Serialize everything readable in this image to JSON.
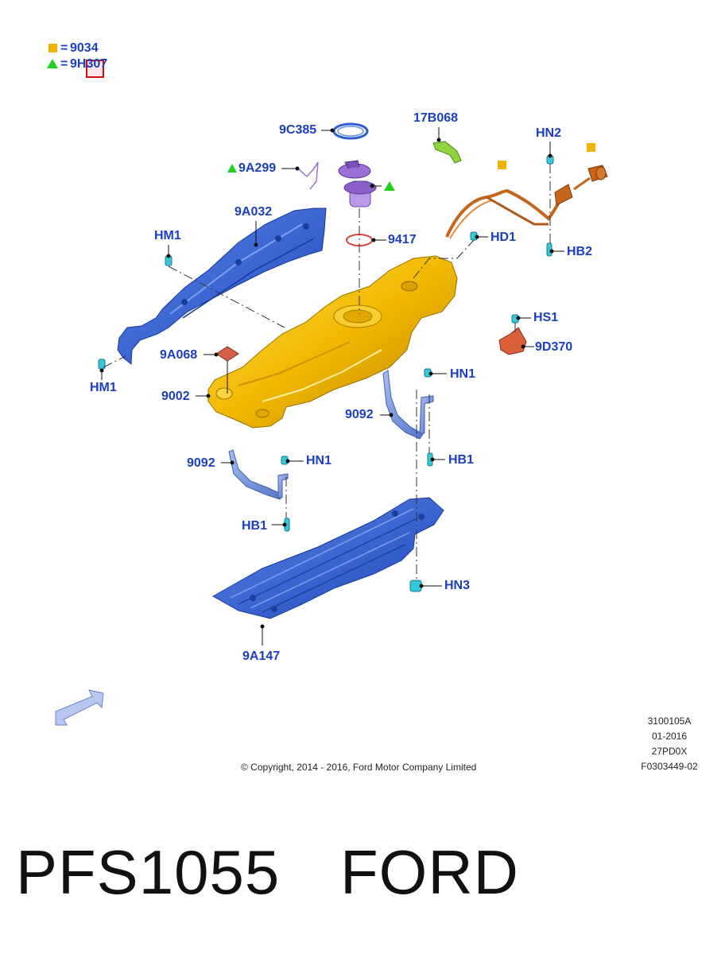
{
  "legend": [
    {
      "symbol": "square",
      "eq": "=",
      "code": "9034"
    },
    {
      "symbol": "triangle",
      "eq": "=",
      "code": "9H307"
    }
  ],
  "callouts": {
    "c_9c385": "9C385",
    "c_17b068": "17B068",
    "c_hn2": "HN2",
    "c_9a299": "9A299",
    "c_9a032": "9A032",
    "c_hm1_top": "HM1",
    "c_9417": "9417",
    "c_hd1": "HD1",
    "c_hb2": "HB2",
    "c_hs1": "HS1",
    "c_9d370": "9D370",
    "c_9a068": "9A068",
    "c_hm1_bottom": "HM1",
    "c_9002": "9002",
    "c_hn1_right": "HN1",
    "c_9092_right": "9092",
    "c_9092_left": "9092",
    "c_hn1_left": "HN1",
    "c_hb1_right": "HB1",
    "c_hb1_left": "HB1",
    "c_hn3": "HN3",
    "c_9a147": "9A147"
  },
  "doc_meta": {
    "ref": "3100105A",
    "date": "01-2016",
    "model": "27PD0X",
    "figure": "F0303449-02"
  },
  "copyright": "© Copyright, 2014 - 2016, Ford Motor Company Limited",
  "part_number": "PFS1055",
  "brand": "FORD",
  "colors": {
    "callout_text": "#1a3fc0",
    "key_square": "#f0b400",
    "key_triangle": "#1fd21f",
    "fuel_tank": "#f2b800",
    "heat_shield": "#2d5fd4",
    "skid_plate": "#2f5fe0",
    "strap": "#6f93de",
    "filler_pipe": "#c7651a",
    "sender": "#9a6fd6",
    "bracket": "#8fd43a",
    "valve": "#d9603a",
    "fastener": "#35c8d8",
    "seal_ring": "#e04040"
  },
  "icons": [
    "front-direction-arrow-icon",
    "key-square-icon",
    "key-triangle-icon"
  ]
}
